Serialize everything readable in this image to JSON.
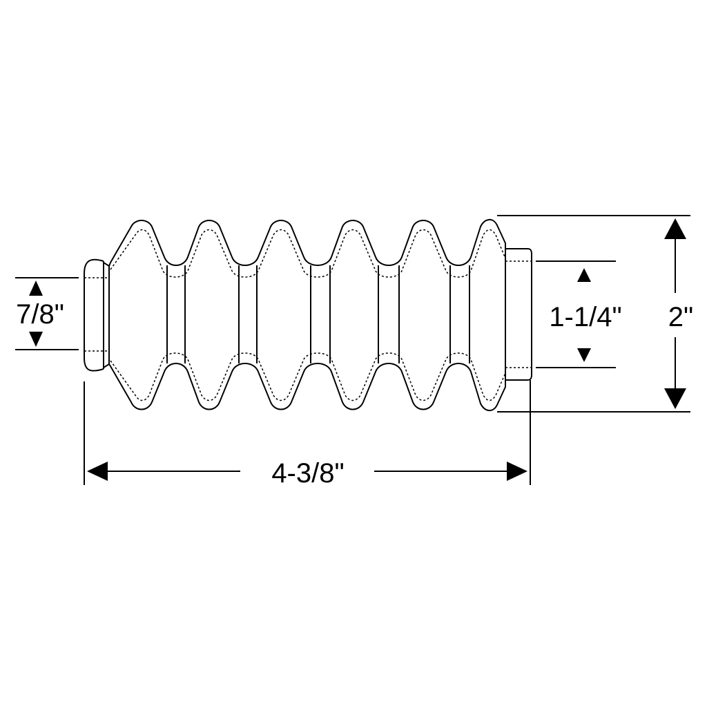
{
  "colors": {
    "background": "#ffffff",
    "line": "#000000"
  },
  "dimensions": {
    "small_end_diameter": "7/8\"",
    "large_end_diameter": "1-1/4\"",
    "outer_diameter": "2\"",
    "overall_length": "4-3/8\""
  }
}
